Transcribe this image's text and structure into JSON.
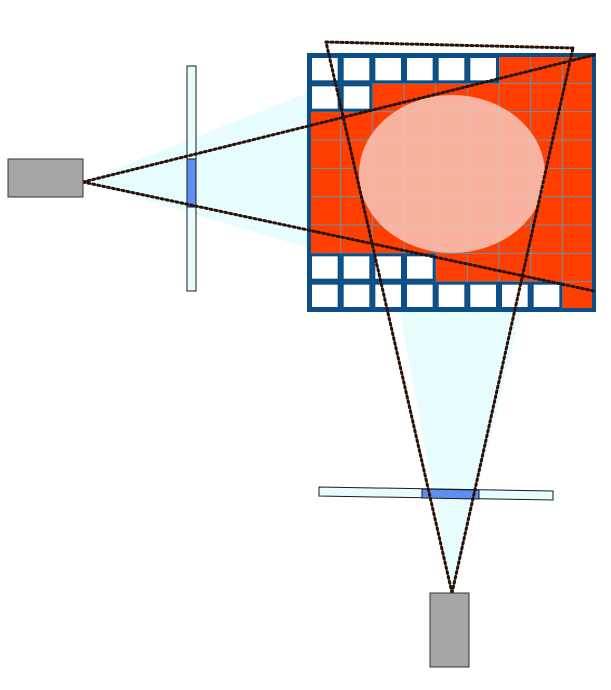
{
  "colors": {
    "background": "#ffffff",
    "grid_border": "#0b4f86",
    "grid_line": "#6b8fb0",
    "cell_empty": "#ffffff",
    "cell_filled": "#ff3f00",
    "ellipse_fill": "#f8c7b8",
    "cone_fill": "#e6fcfd",
    "ray_line": "#2a1208",
    "screen_fill": "#e8fcfe",
    "screen_border": "#1a1a1a",
    "aperture_fill": "#5b8ff0",
    "camera_fill": "#a6a6a6",
    "camera_border": "#333333"
  },
  "grid": {
    "rows": 9,
    "cols": 9,
    "filled": [
      [
        0,
        0,
        0,
        0,
        0,
        0,
        1,
        1,
        1
      ],
      [
        0,
        0,
        1,
        1,
        1,
        1,
        1,
        1,
        1
      ],
      [
        1,
        1,
        1,
        1,
        1,
        1,
        1,
        1,
        1
      ],
      [
        1,
        1,
        1,
        1,
        1,
        1,
        1,
        1,
        1
      ],
      [
        1,
        1,
        1,
        1,
        1,
        1,
        1,
        1,
        1
      ],
      [
        1,
        1,
        1,
        1,
        1,
        1,
        1,
        1,
        1
      ],
      [
        1,
        1,
        1,
        1,
        1,
        1,
        1,
        1,
        1
      ],
      [
        0,
        0,
        0,
        0,
        1,
        1,
        1,
        1,
        1
      ],
      [
        0,
        0,
        0,
        0,
        0,
        0,
        0,
        0,
        1
      ]
    ]
  },
  "sources": [
    {
      "name": "left-camera",
      "icon": "camera-rectangle"
    },
    {
      "name": "bottom-camera",
      "icon": "camera-rectangle"
    }
  ]
}
